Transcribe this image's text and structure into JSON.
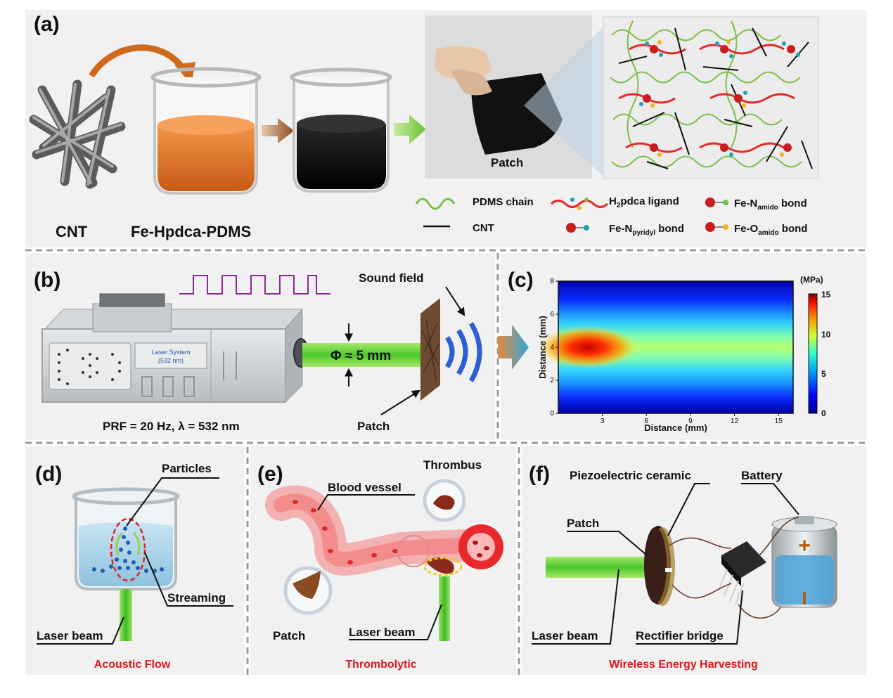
{
  "panels": {
    "a": {
      "tag": "(a)",
      "cnt_label": "CNT",
      "mix_label": "Fe-Hpdca-PDMS",
      "patch_label": "Patch",
      "legend": {
        "pdms_chain": "PDMS chain",
        "cnt": "CNT",
        "ligand_pre": "H",
        "ligand_sub": "2",
        "ligand_post": "pdca ligand",
        "fe_n_amido_pre": "Fe-N",
        "fe_n_amido_sub": "amido",
        "fe_n_amido_post": " bond",
        "fe_n_pyridyl_pre": "Fe-N",
        "fe_n_pyridyl_sub": "pyridyl",
        "fe_n_pyridyl_post": " bond",
        "fe_o_amido_pre": "Fe-O",
        "fe_o_amido_sub": "amido",
        "fe_o_amido_post": " bond"
      }
    },
    "b": {
      "tag": "(b)",
      "laser_system_line1": "Laser System",
      "laser_system_line2": "(532 nm)",
      "diameter": "Φ ≈ 5 mm",
      "sound_field": "Sound field",
      "patch": "Patch",
      "params": "PRF = 20 Hz, λ = 532 nm"
    },
    "c": {
      "tag": "(c)",
      "colorbar_unit": "(MPa)",
      "colorbar_ticks": [
        "15",
        "10",
        "5",
        "0"
      ]
    },
    "d": {
      "tag": "(d)",
      "particles": "Particles",
      "streaming": "Streaming",
      "laser_beam": "Laser beam",
      "caption": "Acoustic Flow"
    },
    "e": {
      "tag": "(e)",
      "thrombus": "Thrombus",
      "blood_vessel": "Blood vessel",
      "patch": "Patch",
      "laser_beam": "Laser beam",
      "caption": "Thrombolytic"
    },
    "f": {
      "tag": "(f)",
      "piezo": "Piezoelectric ceramic",
      "battery": "Battery",
      "patch": "Patch",
      "laser_beam": "Laser beam",
      "rectifier": "Rectifier bridge",
      "caption": "Wireless Energy Harvesting",
      "plus": "+",
      "minus": "I"
    }
  },
  "chart_data": {
    "type": "heatmap",
    "xlabel": "Distance (mm)",
    "ylabel": "Distance (mm)",
    "xlim": [
      0,
      16
    ],
    "ylim": [
      0,
      8
    ],
    "xticks": [
      3,
      6,
      9,
      12,
      15
    ],
    "yticks": [
      0,
      2,
      4,
      6,
      8
    ],
    "colorbar_label": "(MPa)",
    "colorbar_range": [
      0,
      15
    ],
    "beam_center_y_mm": 4,
    "peak_pressure_mpa": 15,
    "peak_x_mm": [
      0,
      4
    ],
    "colors": {
      "low": "#00008f",
      "high": "#7f0000"
    }
  }
}
